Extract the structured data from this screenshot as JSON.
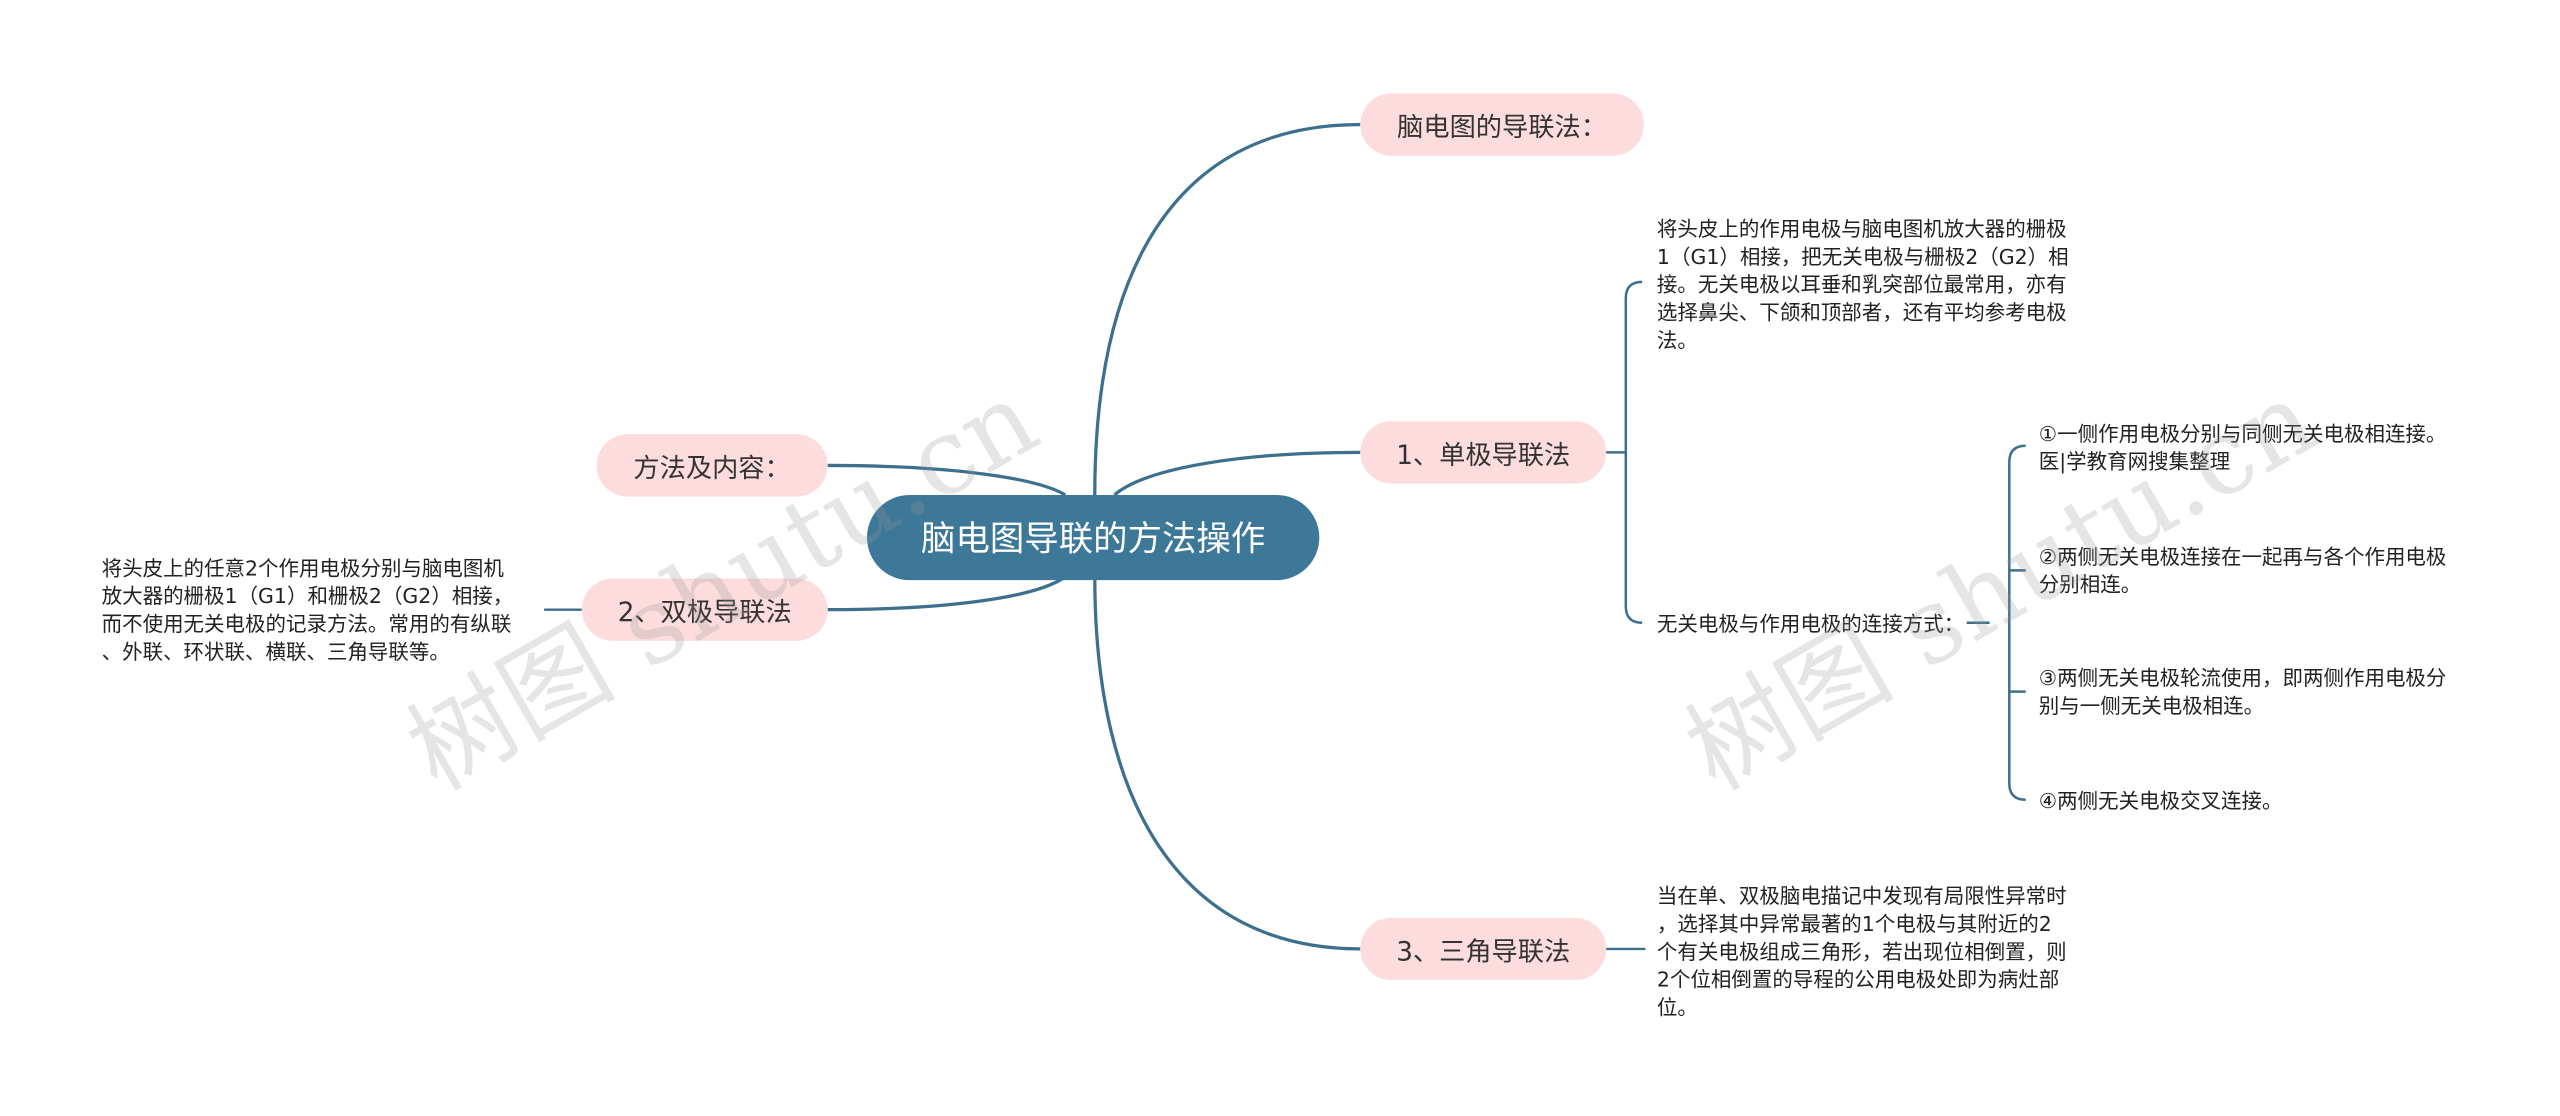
{
  "colors": {
    "root_fill": "#3d7899",
    "branch_fill": "#fcdcdc",
    "link_stroke": "#3d6f8e"
  },
  "watermark": "树图 shutu.cn",
  "root": "脑电图导联的方法操作",
  "branches": {
    "intro": "脑电图的导联法：",
    "unipolar": "1、单极导联法",
    "methods": "方法及内容：",
    "bipolar": "2、双极导联法",
    "triangle": "3、三角导联法"
  },
  "notes": {
    "unipolar_desc": "将头皮上的作用电极与脑电图机放大器的栅极\n1（G1）相接，把无关电极与栅极2（G2）相\n接。无关电极以耳垂和乳突部位最常用，亦有\n选择鼻尖、下颌和顶部者，还有平均参考电极\n法。",
    "connection_label": "无关电极与作用电极的连接方式：",
    "conn1": "①一侧作用电极分别与同侧无关电极相连接。\n医|学教育网搜集整理",
    "conn2": "②两侧无关电极连接在一起再与各个作用电极\n分别相连。",
    "conn3": "③两侧无关电极轮流使用，即两侧作用电极分\n别与一侧无关电极相连。",
    "conn4": "④两侧无关电极交叉连接。",
    "bipolar_desc": "将头皮上的任意2个作用电极分别与脑电图机\n放大器的栅极1（G1）和栅极2（G2）相接，\n而不使用无关电极的记录方法。常用的有纵联\n、外联、环状联、横联、三角导联等。",
    "triangle_desc": "当在单、双极脑电描记中发现有局限性异常时\n，选择其中异常最著的1个电极与其附近的2\n个有关电极组成三角形，若出现位相倒置，则\n2个位相倒置的导程的公用电极处即为病灶部\n位。"
  }
}
